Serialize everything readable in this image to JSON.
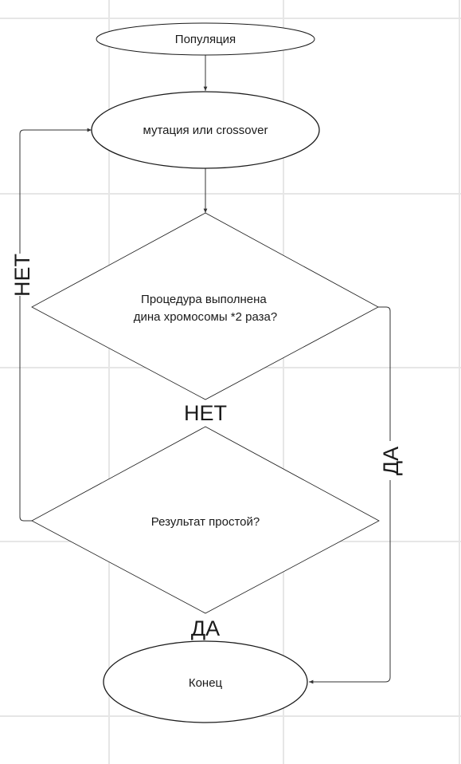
{
  "nodes": {
    "population": "Популяция",
    "mutation": "мутация или crossover",
    "condition1": [
      "Процедура выполнена",
      "дина хромосомы *2 раза?"
    ],
    "condition2": "Результат простой?",
    "end": "Конец"
  },
  "edge_labels": {
    "no_left": "НЕТ",
    "no_middle": "НЕТ",
    "yes_right": "ДА",
    "yes_bottom": "ДА"
  }
}
